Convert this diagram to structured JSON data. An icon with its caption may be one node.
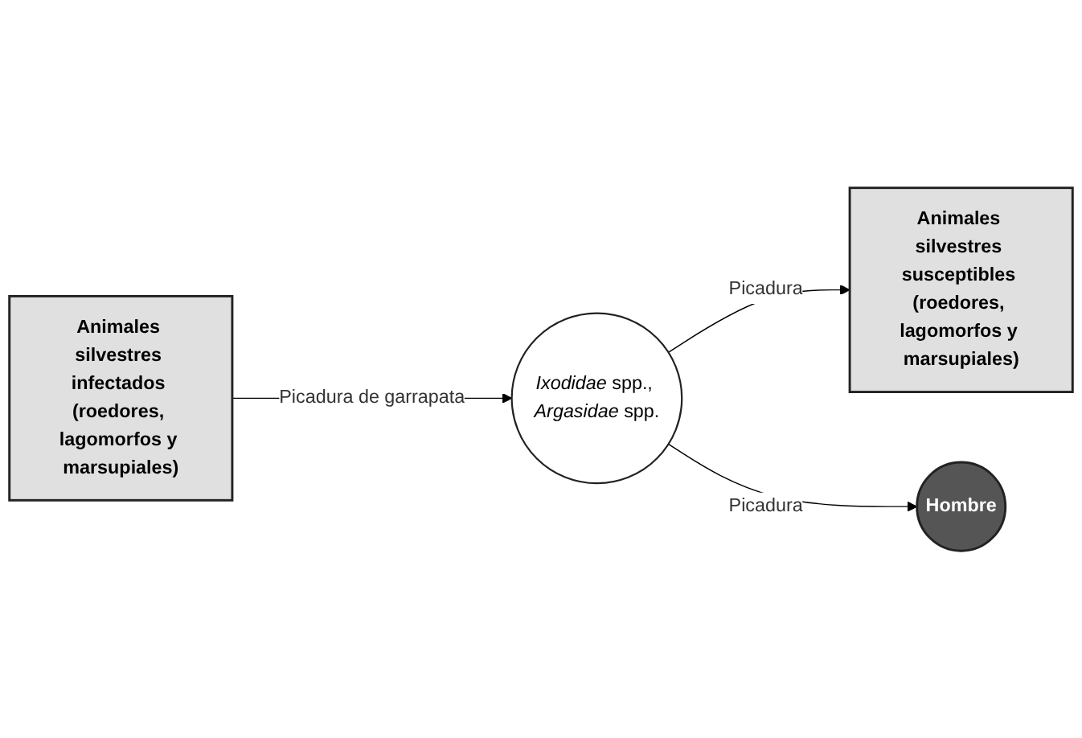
{
  "diagram": {
    "nodes": [
      {
        "text": [
          "Animales silvestres infectados (roedores, lagomorfos y marsupiales)"
        ]
      },
      {
        "text": [
          "*Ixodidae* spp., *Argasidae* spp."
        ]
      },
      {
        "text": [
          "Animales silvestres susceptibles (roedores, lagomorfos y marsupiales)"
        ]
      },
      {
        "text": [
          "Hombre"
        ]
      }
    ],
    "edges": [
      {
        "from": 0,
        "to": 1,
        "arrow": "to",
        "label": "Picadura de garrapata"
      },
      {
        "from": 1,
        "to": 2,
        "arrow": "to",
        "label": "Picadura"
      },
      {
        "from": 1,
        "to": 3,
        "arrow": "to",
        "label": "Picadura"
      }
    ]
  }
}
